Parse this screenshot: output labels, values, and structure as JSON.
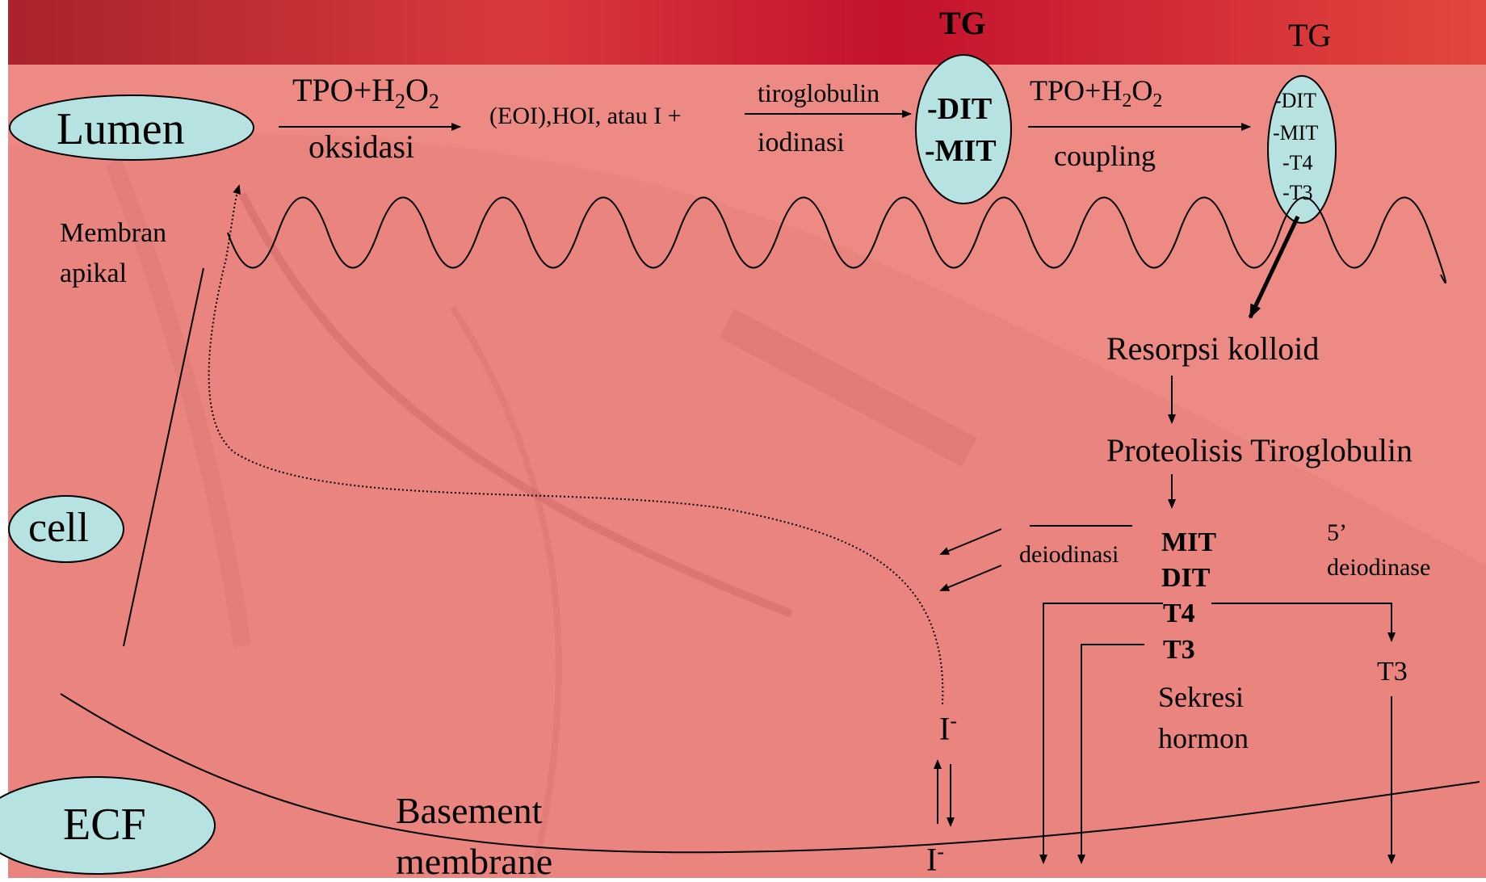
{
  "colors": {
    "overlay": "#f08080",
    "ellipse_fill": "#b6e2e2",
    "banner_red": "#c8102e"
  },
  "nodes": {
    "lumen": "Lumen",
    "cell": "cell",
    "ecf": "ECF",
    "tg_left": {
      "title": "TG",
      "items": [
        "-DIT",
        "-MIT"
      ]
    },
    "tg_right": {
      "title": "TG",
      "items": [
        "-DIT",
        "-MIT",
        "-T4",
        "-T3"
      ]
    }
  },
  "labels": {
    "tpo1": {
      "main": "TPO+H",
      "sub1": "2",
      "mid": "O",
      "sub2": "2"
    },
    "oksidasi": "oksidasi",
    "eoi": "(EOI),HOI, atau I +",
    "tiroglobulin": "tiroglobulin",
    "iodinasi": "iodinasi",
    "tpo2": {
      "main": "TPO+H",
      "sub1": "2",
      "mid": "O",
      "sub2": "2"
    },
    "coupling": "coupling",
    "membran": "Membran",
    "apikal": "apikal",
    "resorpsi": "Resorpsi kolloid",
    "proteolisis": "Proteolisis Tiroglobulin",
    "deiodinasi": "deiodinasi",
    "mit": "MIT",
    "dit": "DIT",
    "t4": "T4",
    "t3": "T3",
    "five_prime": "5’",
    "deiodinase": "deiodinase",
    "t3_right": "T3",
    "sekresi": "Sekresi",
    "hormon": "hormon",
    "iodide_top": "I",
    "iodide_top_sup": "-",
    "iodide_bottom": "I",
    "iodide_bottom_sup": "-",
    "basement": "Basement",
    "membrane": "membrane"
  }
}
